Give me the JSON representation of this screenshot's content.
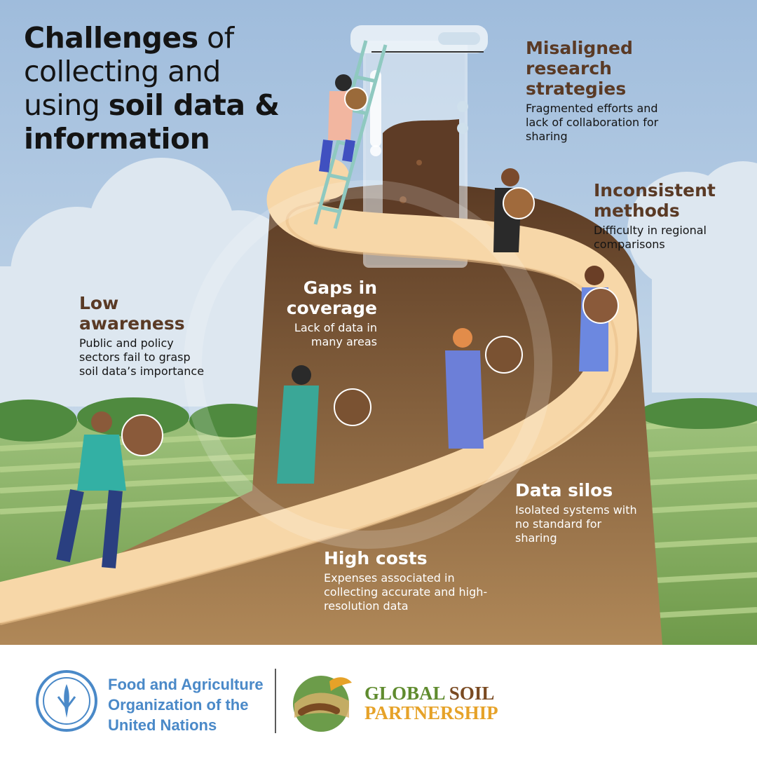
{
  "title": {
    "part1": "Challenges",
    "part2": " of collecting and using ",
    "part3": "soil data & information"
  },
  "challenges": [
    {
      "heading": "Misaligned research strategies",
      "description": "Fragmented efforts and lack of collaboration for sharing"
    },
    {
      "heading": "Inconsistent methods",
      "description": "Difficulty in regional comparisons"
    },
    {
      "heading": "Low awareness",
      "description": "Public and policy sectors fail to grasp soil data’s importance"
    },
    {
      "heading": "Gaps in coverage",
      "description": "Lack of data in many areas"
    },
    {
      "heading": "Data silos",
      "description": "Isolated systems with no standard for sharing"
    },
    {
      "heading": "High costs",
      "description": "Expenses associated in collecting accurate and high-resolution data"
    }
  ],
  "footer": {
    "fao_name": "Food and Agriculture Organization of the United Nations",
    "gsp_line1a": "GLOBAL",
    "gsp_line1b": " SOIL",
    "gsp_line2": "PARTNERSHIP"
  },
  "colors": {
    "sky": "#a9c4df",
    "path": "#f7d7a8",
    "soil": "#6e4a2c",
    "heading_brown": "#5a3a25",
    "fao_blue": "#4a89c8"
  }
}
